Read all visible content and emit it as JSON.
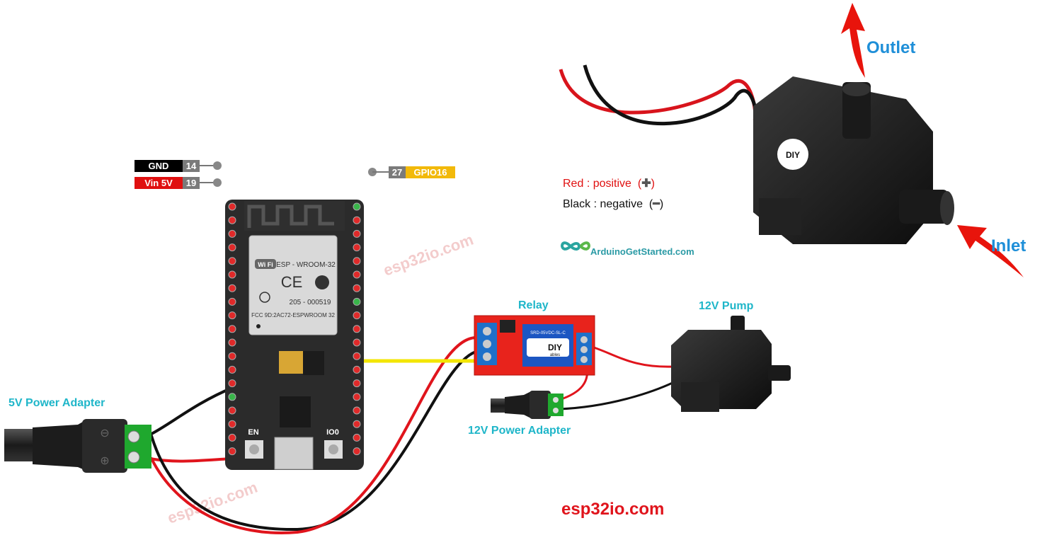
{
  "pins": {
    "gnd": {
      "name": "GND",
      "num": "14"
    },
    "vin": {
      "name": "Vin 5V",
      "num": "19"
    },
    "gpio": {
      "name": "GPIO16",
      "num": "27"
    }
  },
  "labels": {
    "adapter5v": "5V Power Adapter",
    "relay": "Relay",
    "pump": "12V Pump",
    "adapter12v": "12V Power Adapter",
    "outlet": "Outlet",
    "inlet": "Inlet",
    "website": "esp32io.com",
    "brand": "ArduinoGetStarted.com"
  },
  "legend": {
    "red_name": "Red",
    "red_desc": ": positive",
    "black_name": "Black",
    "black_desc": ": negative"
  },
  "board": {
    "module": "ESP - WROOM-32",
    "wifi": "Wi Fi",
    "ce": "CE",
    "cert": "205 - 000519",
    "fcc": "FCC 9D:2AC72-ESPWROOM 32",
    "en": "EN",
    "io0": "IO0"
  },
  "relay_parts": {
    "coil": "SRD-05VDC-SL-C",
    "logo": "DIY",
    "logo_sub": "ables"
  },
  "watermark": "esp32io.com",
  "colors": {
    "wire_red": "#e0141c",
    "wire_black": "#111111",
    "wire_yellow": "#f3e600",
    "label_cyan": "#1fb6c9",
    "label_blue": "#1f8fd8",
    "arrow_red": "#e8140c",
    "board": "#2b2b2b",
    "relay_pcb": "#e8231c",
    "terminal_green": "#1fa82e"
  }
}
